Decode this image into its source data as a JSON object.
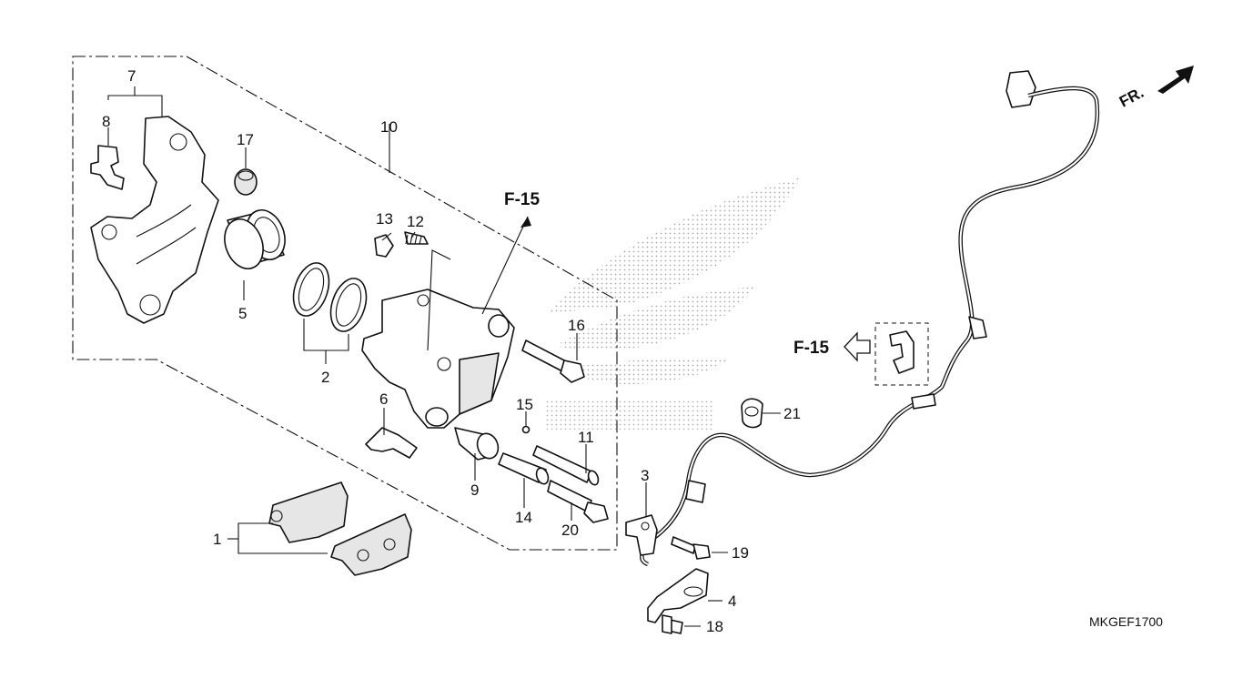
{
  "diagram_code": "MKGEF1700",
  "front_indicator": "FR.",
  "reference_labels": [
    "F-15",
    "F-15"
  ],
  "callouts": {
    "p1": "1",
    "p2": "2",
    "p3": "3",
    "p4": "4",
    "p5": "5",
    "p6": "6",
    "p7": "7",
    "p8": "8",
    "p9": "9",
    "p10": "10",
    "p11": "11",
    "p12": "12",
    "p13": "13",
    "p14": "14",
    "p15": "15",
    "p16": "16",
    "p17": "17",
    "p18": "18",
    "p19": "19",
    "p20": "20",
    "p21": "21"
  },
  "colors": {
    "ink": "#111111",
    "watermark": "#9a9a9a",
    "background": "#ffffff"
  }
}
